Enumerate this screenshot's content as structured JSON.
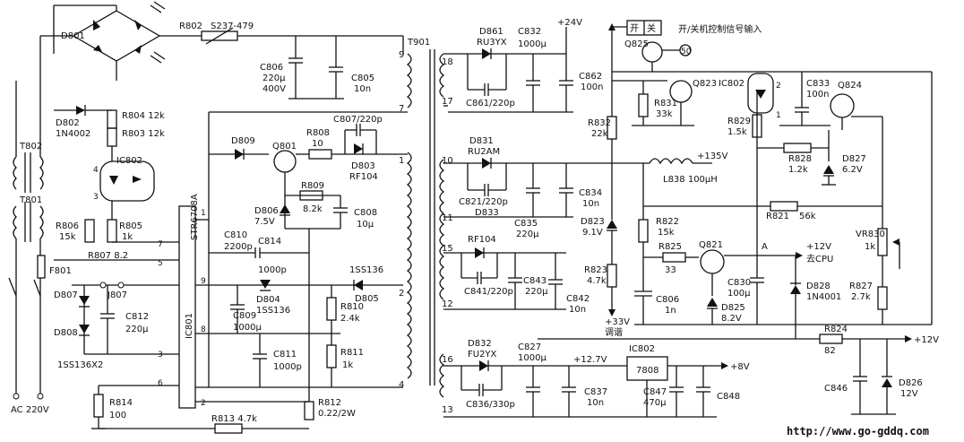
{
  "labels": {
    "D801": "D801",
    "R802": "R802",
    "S237_479": "S237-479",
    "T901": "T901",
    "C806": "C806",
    "C806_v": "220μ",
    "C806_w": "400V",
    "C805": "C805",
    "C805_v": "10n",
    "T802": "T802",
    "T801": "T801",
    "D802": "D802",
    "D802_t": "1N4002",
    "R804": "R804 12k",
    "R803": "R803 12k",
    "IC802a": "IC802",
    "R806": "R806",
    "R806_v": "15k",
    "R805": "R805",
    "R805_v": "1k",
    "F801": "F801",
    "R807": "R807 8.2",
    "J807": "J807",
    "D807": "D807",
    "D808": "D808",
    "C812": "C812",
    "C812_v": "220μ",
    "ss136x2": "1SS136X2",
    "R814": "R814",
    "R814_v": "100",
    "ac": "AC 220V",
    "R813": "R813 4.7k",
    "STR": "STR6708A",
    "IC801": "IC801",
    "D809": "D809",
    "Q801": "Q801",
    "R808": "R808",
    "R808_v": "10",
    "C807": "C807/220p",
    "D803": "D803",
    "RF104a": "RF104",
    "R809": "R809",
    "R809_v": "8.2k",
    "D806": "D806",
    "D806_v": "7.5V",
    "C808": "C808",
    "C808_v": "10μ",
    "C810": "C810",
    "C810_v": "2200p",
    "C814": "C814",
    "C814_v": "1000p",
    "D804": "D804",
    "D804_t": "1SS136",
    "ss136b": "1SS136",
    "D805": "D805",
    "C809": "C809",
    "C809_v": "1000μ",
    "R810": "R810",
    "R810_v": "2.4k",
    "C811": "C811",
    "C811_v": "1000p",
    "R811": "R811",
    "R811_v": "1k",
    "R812": "R812",
    "R812_v": "0.22/2W",
    "D861": "D861",
    "RU3YX": "RU3YX",
    "C832": "C832",
    "C832_v": "1000μ",
    "v24": "+24V",
    "C861": "C861/220p",
    "C862": "C862",
    "C862_v": "100n",
    "D831": "D831",
    "RU2AM": "RU2AM",
    "C821": "C821/220p",
    "D833": "D833",
    "C835": "C835",
    "C835_v": "220μ",
    "C834": "C834",
    "C834_v": "10n",
    "L838": "L838 100μH",
    "v135": "+135V",
    "RF104b": "RF104",
    "C841": "C841/220p",
    "C843": "C843",
    "C843_v": "220μ",
    "C842": "C842",
    "C842_v": "10n",
    "D832": "D832",
    "FU2YX": "FU2YX",
    "C836": "C836/330p",
    "C827": "C827",
    "C827_v": "1000μ",
    "v127": "+12.7V",
    "C837": "C837",
    "C837_v": "10n",
    "IC802b": "IC802",
    "r7808": "7808",
    "v8": "+8V",
    "C847": "C847",
    "C847_v": "470μ",
    "C848": "C848",
    "onoff_box": "开",
    "onoff_box2": "关",
    "onoff_text": "开/关机控制信号输入",
    "Q825": "Q825",
    "R831": "R831",
    "R831_v": "33k",
    "Q823": "Q823",
    "R832": "R832",
    "R832_v": "22k",
    "D823": "D823",
    "D823_v": "9.1V",
    "R822": "R822",
    "R822_v": "15k",
    "R825": "R825",
    "R825_v": "33",
    "Q821": "Q821",
    "R823": "R823",
    "R823_v": "4.7k",
    "C806b": "C806",
    "C806b_v": "1n",
    "v33": "+33V",
    "tiaoxie": "调谐",
    "D825": "D825",
    "D825_v": "8.2V",
    "C830": "C830",
    "C830_v": "100μ",
    "IC802c": "IC802",
    "C833": "C833",
    "C833_v": "100n",
    "Q824": "Q824",
    "R829": "R829",
    "R829_v": "1.5k",
    "R828": "R828",
    "R828_v": "1.2k",
    "D827": "D827",
    "D827_v": "6.2V",
    "R821": "R821",
    "R821_v": "56k",
    "VR830": "VR830",
    "VR830_v": "1k",
    "pointA": "A",
    "v12cpu": "+12V",
    "qucpu": "去CPU",
    "D828": "D828",
    "D828_t": "1N4001",
    "R827": "R827",
    "R827_v": "2.7k",
    "R824": "R824",
    "R824_v": "82",
    "v12": "+12V",
    "C846": "C846",
    "D826": "D826",
    "D826_v": "12V",
    "url": "http://www.go-gddq.com",
    "p1": "1",
    "p2": "2",
    "p3": "3",
    "p4": "4",
    "p5": "5",
    "p6": "6",
    "p7": "7",
    "p8": "8",
    "p9": "9",
    "t9": "9",
    "t7": "7",
    "t1": "1",
    "t2": "2",
    "t4": "4",
    "s18": "18",
    "s17": "17",
    "s10": "10",
    "s11": "11",
    "s15": "15",
    "s12": "12",
    "s16": "16",
    "s13": "13",
    "i4": "4",
    "i3": "3",
    "i1": "1",
    "i2": "2",
    "i50": "50"
  },
  "colors": {
    "ink": "#111111",
    "paper": "#ffffff"
  }
}
